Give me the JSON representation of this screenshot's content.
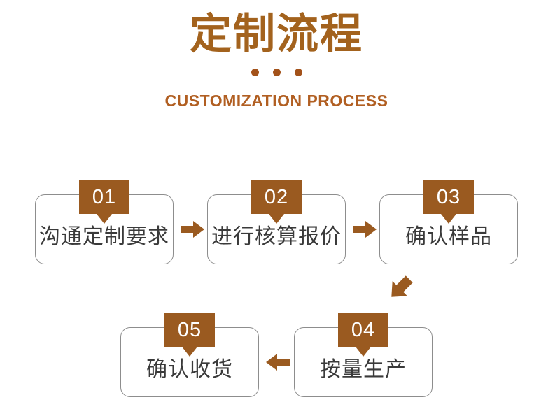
{
  "header": {
    "title": "定制流程",
    "subtitle": "CUSTOMIZATION PROCESS",
    "dots_count": 3,
    "title_color": "#a3621d",
    "subtitle_color": "#b15f22",
    "dot_color": "#a3521a"
  },
  "theme": {
    "badge_bg": "#9a5a20",
    "badge_text": "#ffffff",
    "box_border": "#8d8d8d",
    "box_bg": "#ffffff",
    "step_text": "#3a3a3a",
    "arrow_color": "#9a5a20",
    "page_bg": "#ffffff"
  },
  "flow": {
    "steps": [
      {
        "number": "01",
        "label": "沟通定制要求"
      },
      {
        "number": "02",
        "label": "进行核算报价"
      },
      {
        "number": "03",
        "label": "确认样品"
      },
      {
        "number": "04",
        "label": "按量生产"
      },
      {
        "number": "05",
        "label": "确认收货"
      }
    ],
    "connectors": [
      {
        "from": "01",
        "to": "02",
        "direction": "right"
      },
      {
        "from": "02",
        "to": "03",
        "direction": "right"
      },
      {
        "from": "03",
        "to": "04",
        "direction": "down-left"
      },
      {
        "from": "04",
        "to": "05",
        "direction": "left"
      }
    ]
  }
}
